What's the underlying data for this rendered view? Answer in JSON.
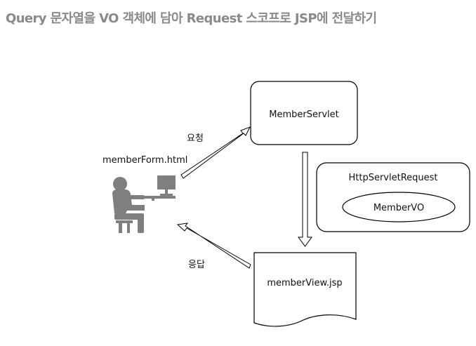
{
  "title": "Query 문자열을 VO 객체에 담아 Request 스코프로 JSP에 전달하기",
  "nodes": {
    "client_label": "memberForm.html",
    "servlet_label": "MemberServlet",
    "request_label": "HttpServletRequest",
    "vo_label": "MemberVO",
    "view_label": "memberView.jsp"
  },
  "edges": {
    "request_label": "요청",
    "response_label": "응답"
  },
  "icons": {
    "client": "person-at-computer-icon"
  },
  "colors": {
    "title": "#8a8a8a",
    "figure": "#7f7f7f",
    "stroke": "#000000"
  }
}
